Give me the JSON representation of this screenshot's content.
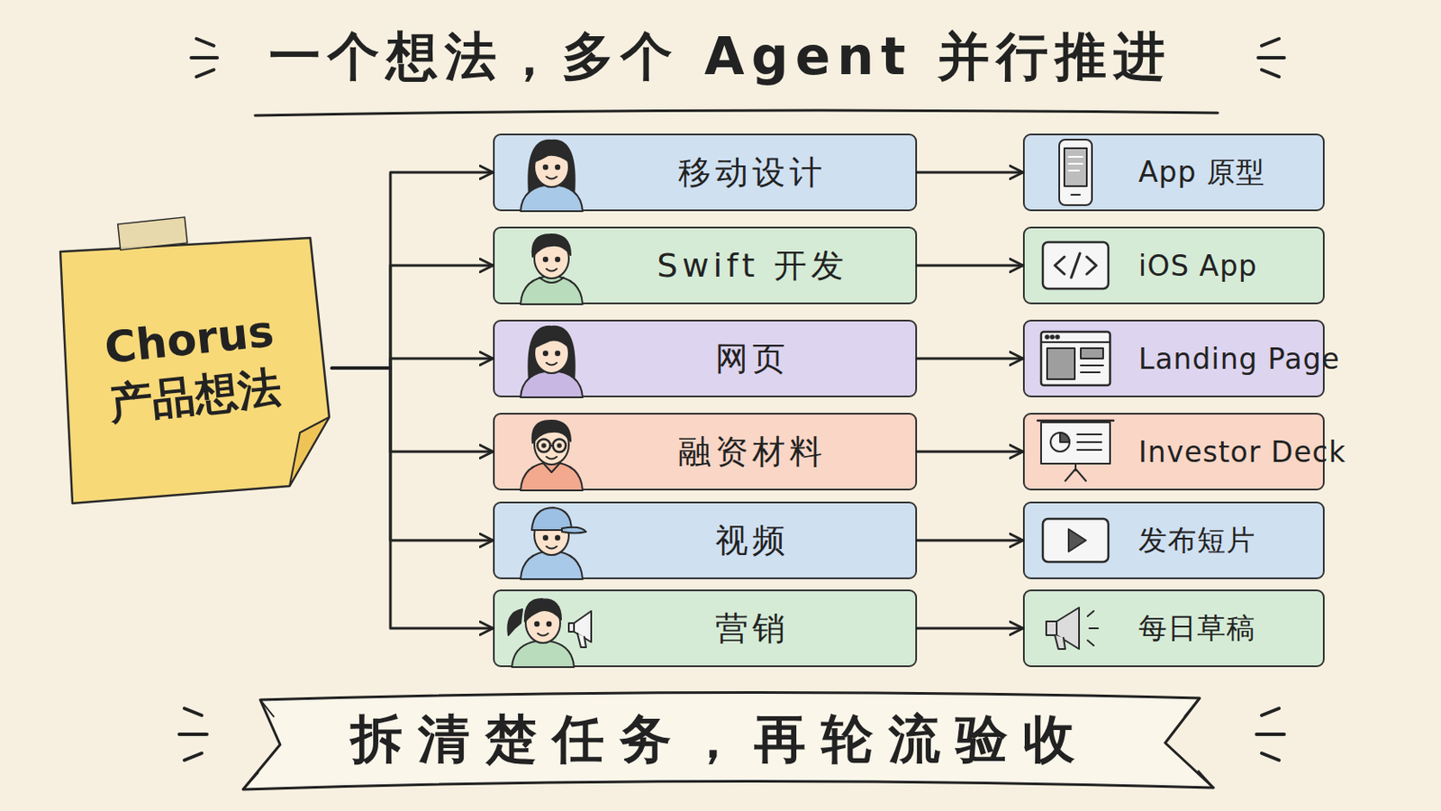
{
  "diagram": {
    "title": "一个想法，多个 Agent 并行推进",
    "caption": "拆清楚任务，再轮流验收",
    "nodes": [
      {
        "text": [
          "Chorus 产品想法"
        ]
      },
      {
        "text": [
          "移动设计"
        ]
      },
      {
        "text": [
          "App 原型"
        ]
      },
      {
        "text": [
          "Swift 开发"
        ]
      },
      {
        "text": [
          "iOS App"
        ]
      },
      {
        "text": [
          "网页"
        ]
      },
      {
        "text": [
          "Landing Page"
        ]
      },
      {
        "text": [
          "融资材料"
        ]
      },
      {
        "text": [
          "Investor Deck"
        ]
      },
      {
        "text": [
          "视频"
        ]
      },
      {
        "text": [
          "发布短片"
        ]
      },
      {
        "text": [
          "营销"
        ]
      },
      {
        "text": [
          "每日草稿"
        ]
      }
    ],
    "edges": [
      {
        "from": 0,
        "to": 1,
        "arrow": "to"
      },
      {
        "from": 0,
        "to": 3,
        "arrow": "to"
      },
      {
        "from": 0,
        "to": 5,
        "arrow": "to"
      },
      {
        "from": 0,
        "to": 7,
        "arrow": "to"
      },
      {
        "from": 0,
        "to": 9,
        "arrow": "to"
      },
      {
        "from": 0,
        "to": 11,
        "arrow": "to"
      },
      {
        "from": 1,
        "to": 2,
        "arrow": "to"
      },
      {
        "from": 3,
        "to": 4,
        "arrow": "to"
      },
      {
        "from": 5,
        "to": 6,
        "arrow": "to"
      },
      {
        "from": 7,
        "to": 8,
        "arrow": "to"
      },
      {
        "from": 9,
        "to": 10,
        "arrow": "to"
      },
      {
        "from": 11,
        "to": 12,
        "arrow": "to"
      }
    ]
  }
}
